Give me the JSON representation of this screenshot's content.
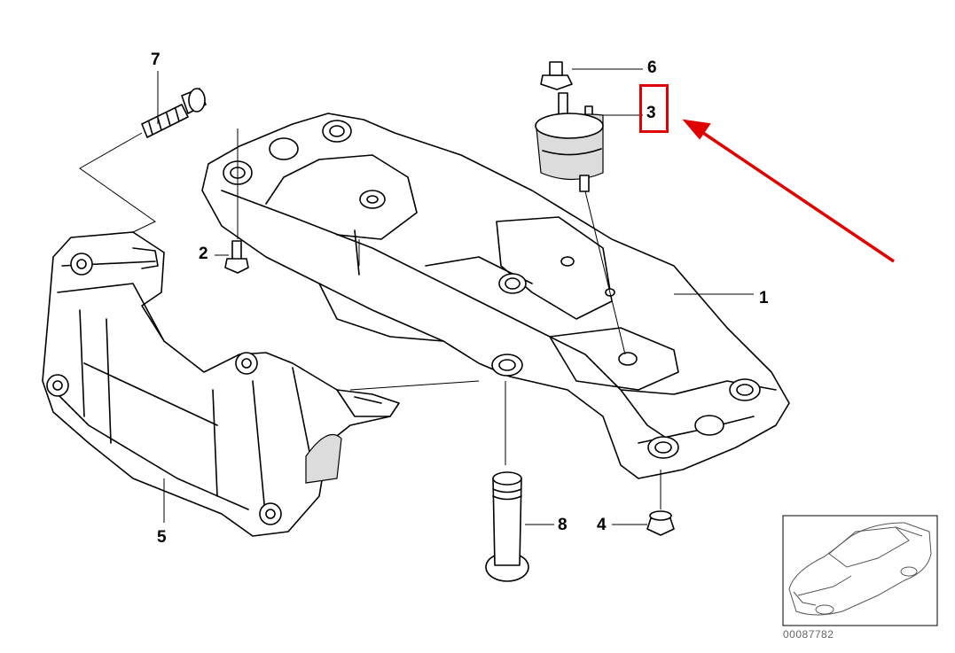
{
  "diagram": {
    "callouts": {
      "part_1": "1",
      "part_2": "2",
      "part_3": "3",
      "part_4": "4",
      "part_5": "5",
      "part_6": "6",
      "part_7": "7",
      "part_8": "8"
    },
    "highlighted_part": "3",
    "highlight_color": "#e00000",
    "line_color": "#000000",
    "thumbnail": {
      "icon": "car-sedan-icon",
      "reference_number": "00087782"
    }
  }
}
